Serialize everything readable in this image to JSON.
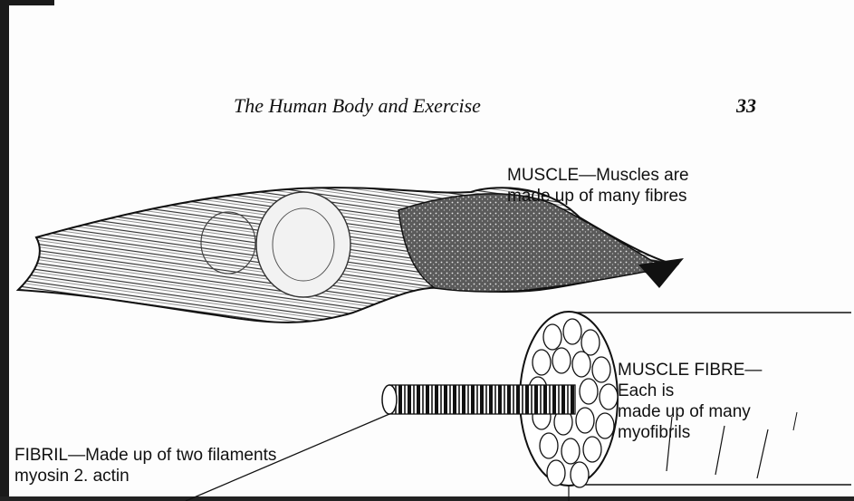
{
  "header": {
    "running_head": "The Human Body and Exercise",
    "page_number": "33"
  },
  "figure": {
    "muscle_label": {
      "line1": "MUSCLE—Muscles are",
      "line2": "made up of many fibres"
    },
    "fibre_label": {
      "line1": "MUSCLE FIBRE—",
      "line2": "Each is",
      "line3": "made up of many",
      "line4": "myofibrils"
    },
    "myofibril_label": {
      "line1": "FIBRIL—Made up of two filaments",
      "line2": "myosin 2. actin"
    }
  }
}
